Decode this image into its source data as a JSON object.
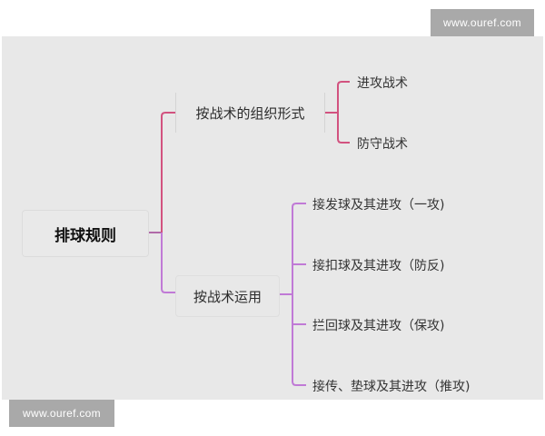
{
  "watermarks": {
    "top": "www.ouref.com",
    "bottom": "www.ouref.com"
  },
  "colors": {
    "canvas": "#e8e8e8",
    "branch_upper": "#d2527f",
    "branch_lower": "#c07ad6",
    "watermark_bg": "#a9a9a9"
  },
  "mindmap": {
    "root": "排球规则",
    "branches": [
      {
        "label": "按战术的组织形式",
        "children": [
          "进攻战术",
          "防守战术"
        ]
      },
      {
        "label": "按战术运用",
        "children": [
          "接发球及其进攻（一攻)",
          "接扣球及其进攻（防反)",
          "拦回球及其进攻（保攻)",
          "接传、垫球及其进攻（推攻)"
        ]
      }
    ]
  }
}
